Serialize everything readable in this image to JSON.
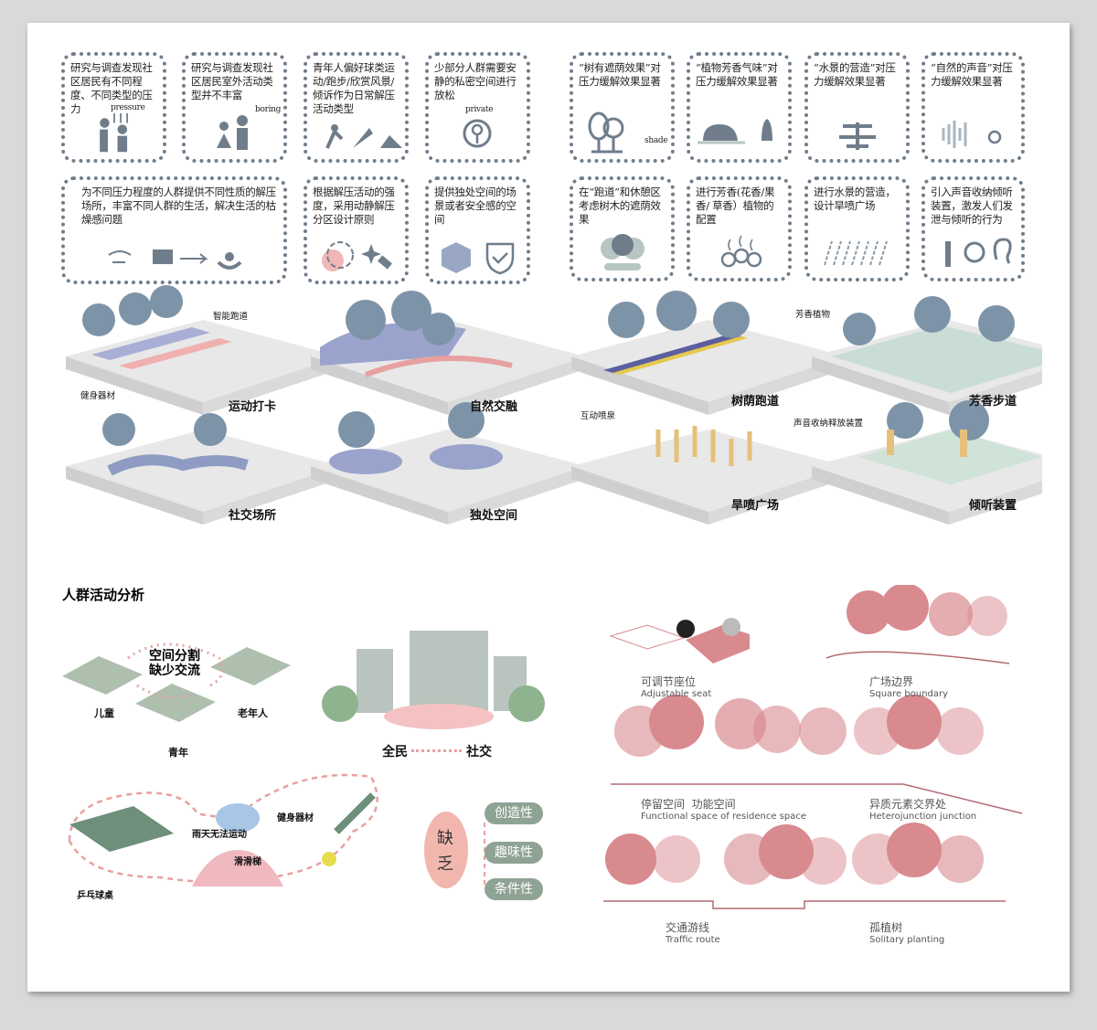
{
  "top_left_row1": [
    {
      "text": "研究与调查发现社区居民有不同程度、不同类型的压力",
      "icon_label": "pressure",
      "icon": "stressed-person-icon"
    },
    {
      "text": "研究与调查发现社区居民室外活动类型并不丰富",
      "icon_label": "boring",
      "icon": "bored-people-icon"
    },
    {
      "text": "青年人偏好球类运动/跑步/欣赏风景/倾诉作为日常解压活动类型",
      "icon_label": "",
      "icon": "runner-shuttlecock-mountain-icon"
    },
    {
      "text": "少部分人群需要安静的私密空间进行放松",
      "icon_label": "private",
      "icon": "key-icon"
    }
  ],
  "top_left_row2": [
    {
      "text": "为不同压力程度的人群提供不同性质的解压场所，丰富不同人群的生活，解决生活的枯燥感问题",
      "icon": "sad-to-happy-face-icon"
    },
    {
      "text": "根据解压活动的强度，采用动静解压分区设计原则",
      "icon": "vr-sparkle-icon"
    },
    {
      "text": "提供独处空间的场景或者安全感的空间",
      "icon": "cube-shield-icon"
    }
  ],
  "top_right_row1": [
    {
      "text": "“树有遮荫效果”对压力缓解效果显著",
      "icon_label": "shade",
      "icon": "tree-icon"
    },
    {
      "text": "“植物芳香气味”对压力缓解效果显著",
      "icon_label": "",
      "icon": "plant-nose-icon"
    },
    {
      "text": "“水景的营造”对压力缓解效果显著",
      "icon_label": "",
      "icon": "fountain-icon"
    },
    {
      "text": "“自然的声音”对压力缓解效果显著",
      "icon_label": "",
      "icon": "sound-wave-icon"
    }
  ],
  "top_right_row2": [
    {
      "text": "在“跑道”和休憩区考虑树木的遮荫效果",
      "icon": "trees-icon"
    },
    {
      "text": "进行芳香(花香/果香/ 草香）植物的配置",
      "icon": "fragrant-flower-icon"
    },
    {
      "text": "进行水景的营造，设计旱喷广场",
      "icon": "water-jet-icon"
    },
    {
      "text": "引入声音收纳倾听装置，激发人们发泄与倾听的行为",
      "icon": "ear-device-icon"
    }
  ],
  "scenes": {
    "left": [
      "运动打卡",
      "自然交融",
      "社交场所",
      "独处空间"
    ],
    "left_notes": [
      "智能跑道",
      "健身器材"
    ],
    "right": [
      "树荫跑道",
      "芳香步道",
      "旱喷广场",
      "倾听装置"
    ],
    "right_notes": [
      "芳香植物",
      "互动喷泉",
      "声音收纳释放装置"
    ]
  },
  "analysis": {
    "title": "人群活动分析",
    "split_text": "空间分割缺少交流",
    "groups": [
      "儿童",
      "老年人",
      "青年"
    ],
    "social": [
      "全民",
      "社交"
    ],
    "equipment": [
      "雨天无法运动",
      "健身器材",
      "滑滑梯",
      "乒乓球桌"
    ],
    "lack": "缺乏",
    "lack_items": [
      "创造性",
      "趣味性",
      "条件性"
    ]
  },
  "sections": [
    {
      "cn": "可调节座位",
      "en": "Adjustable seat"
    },
    {
      "cn": "广场边界",
      "en": "Square boundary"
    },
    {
      "cn": "停留空间  功能空间",
      "en": "Functional space of residence space"
    },
    {
      "cn": "异质元素交界处",
      "en": "Heterojunction junction"
    },
    {
      "cn": "交通游线",
      "en": "Traffic route"
    },
    {
      "cn": "孤植树",
      "en": "Solitary planting"
    }
  ],
  "colors": {
    "icon": "#6f7d8b",
    "tree_blue": "#7d93a8",
    "tree_pink": "#d98a8f",
    "platform": "#e6e6e6",
    "pill": "#8fa394"
  }
}
